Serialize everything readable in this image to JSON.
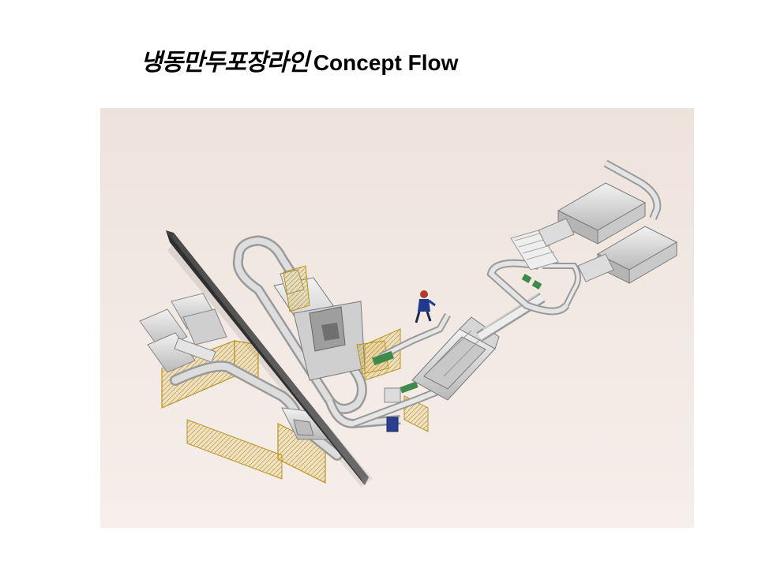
{
  "slide": {
    "title_korean": "냉동만두포장라인",
    "title_english": "Concept Flow"
  },
  "figure": {
    "colors": {
      "background": "#f1e8e2",
      "machine": "#d9d9d9",
      "machine_shadow": "#a8a8a8",
      "wall": "#5b5b5b",
      "safety_fence": "#c9a227",
      "operator_shirt": "#1f3a8f",
      "operator_head": "#b33b2e"
    },
    "icons": [
      "operator-figure",
      "conveyor-line",
      "safety-fence",
      "partition-wall"
    ]
  }
}
